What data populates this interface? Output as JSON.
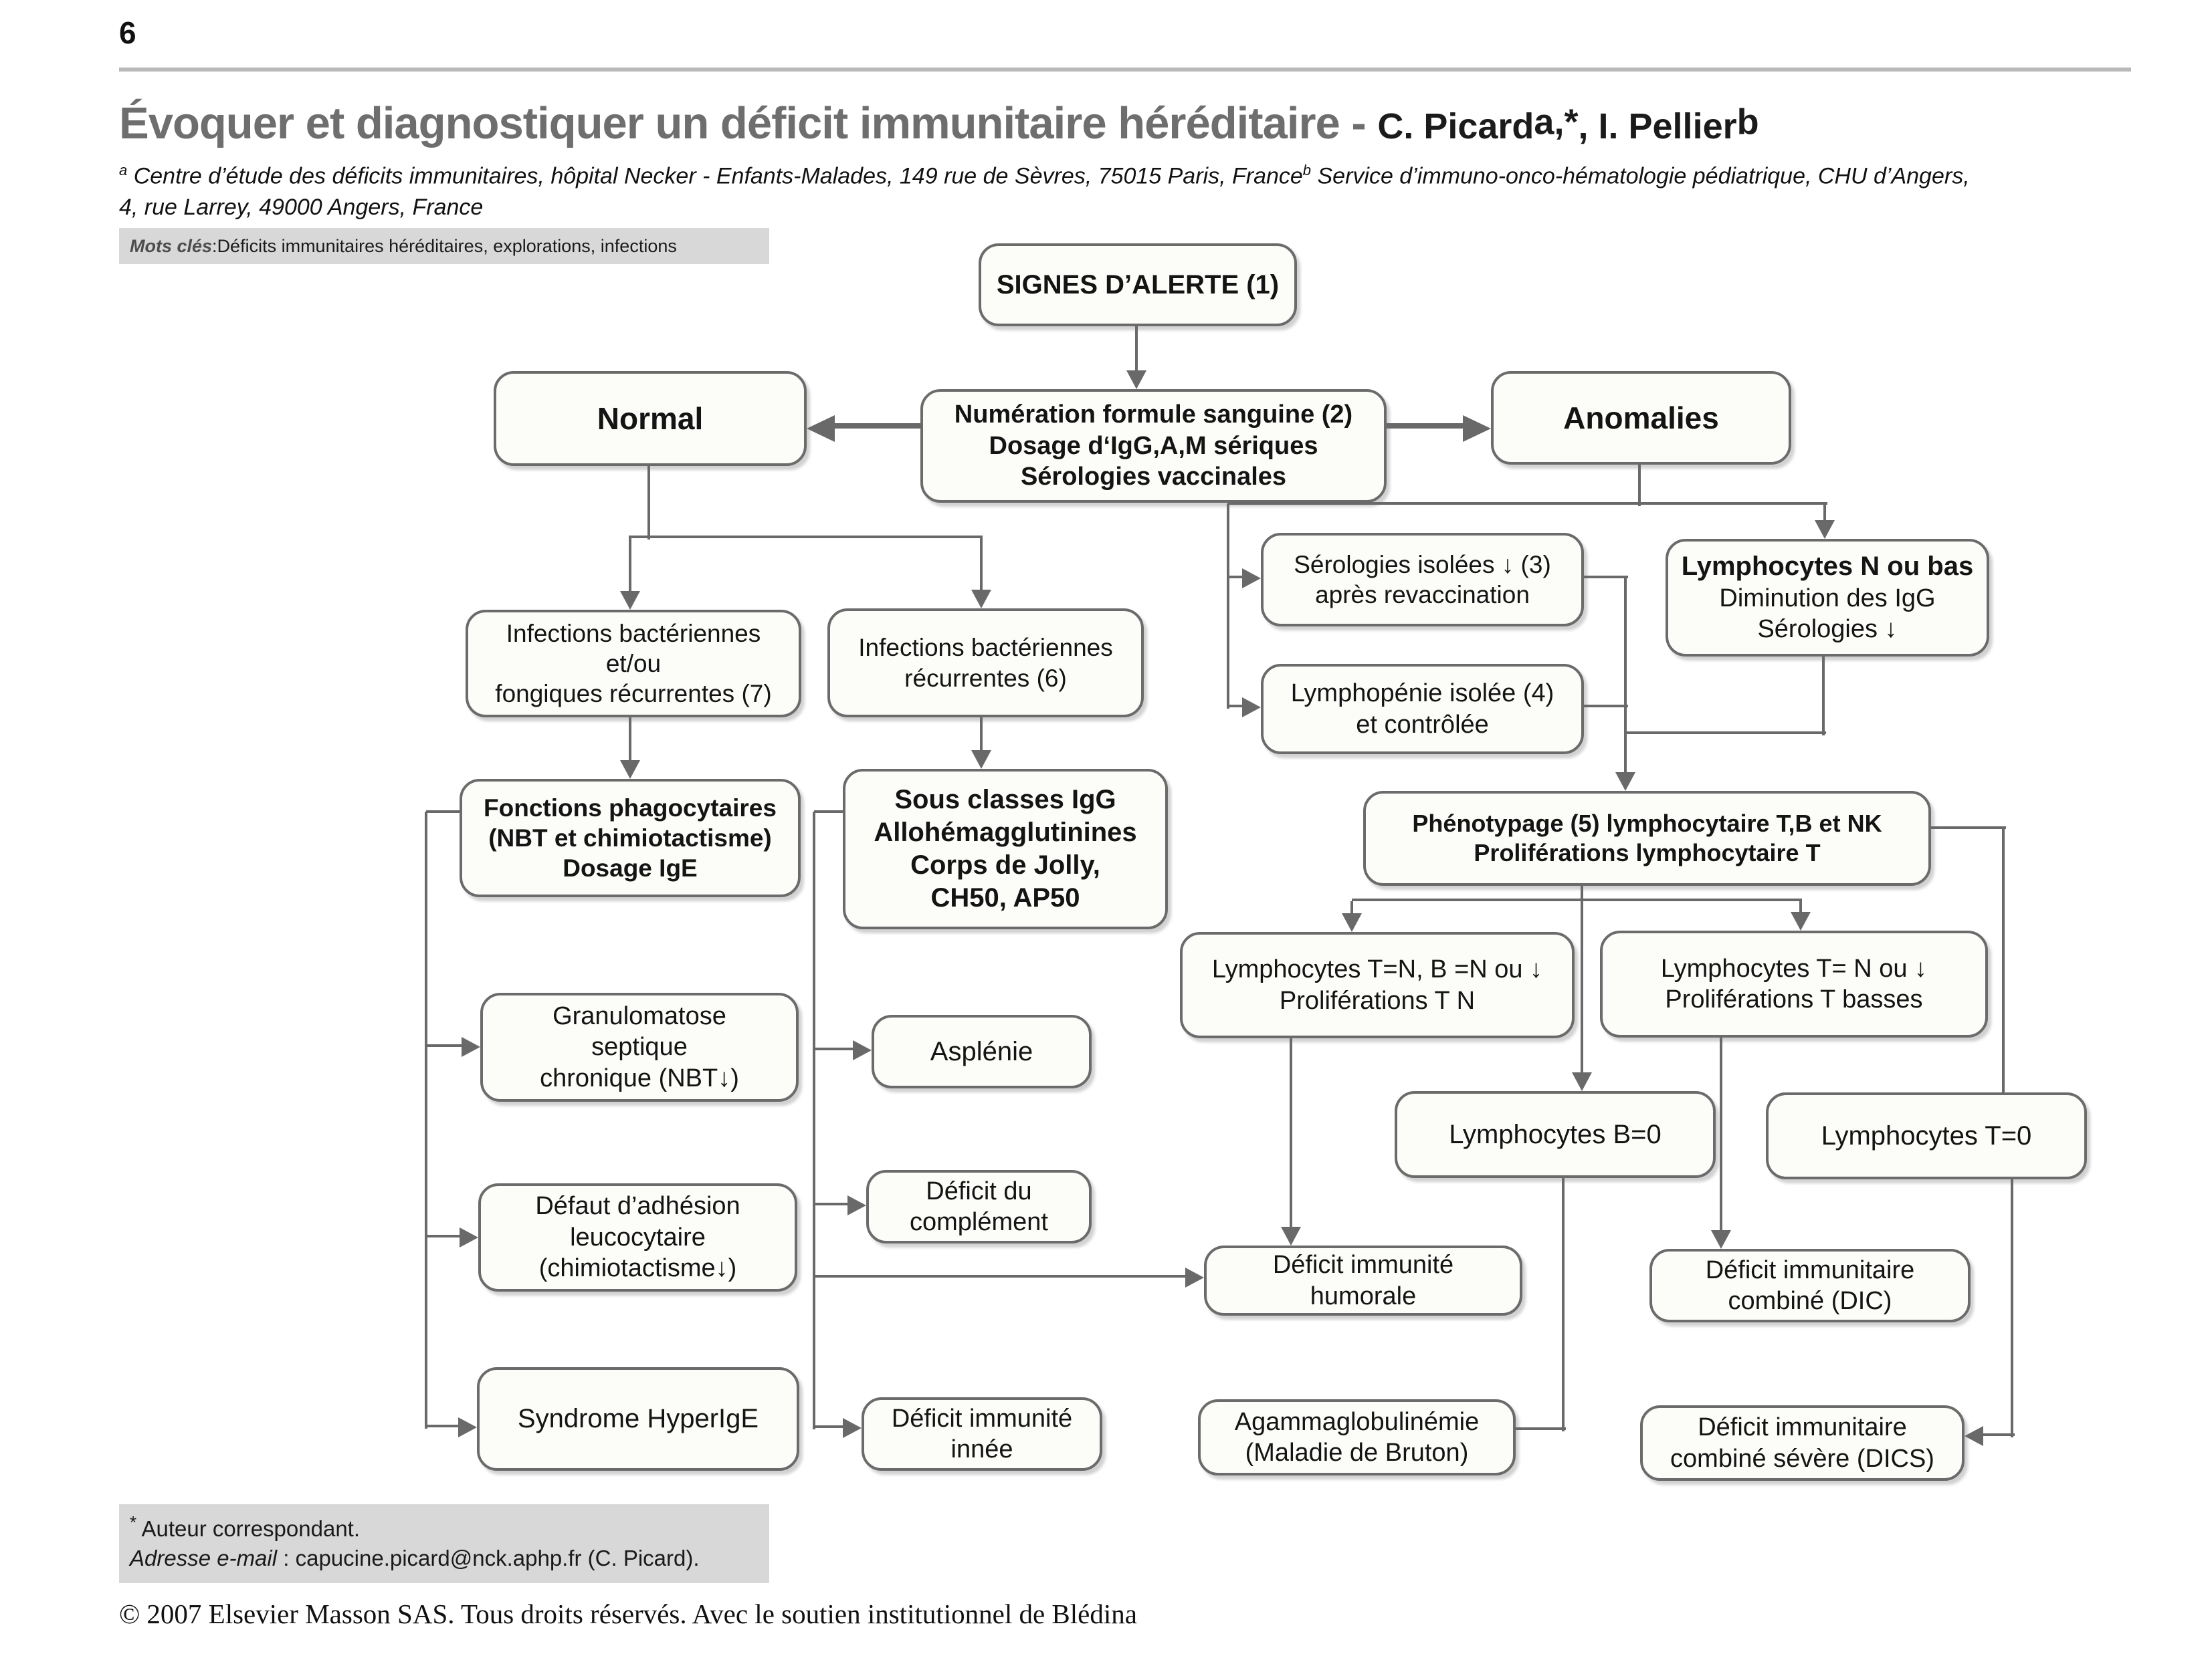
{
  "header": {
    "page_number": "6",
    "title": "Évoquer et diagnostiquer un déficit immunitaire héréditaire - ",
    "authors": {
      "a1": "C. Picard",
      "a1_sup": "a,*",
      "sep": ", ",
      "a2": "I. Pellier",
      "a2_sup": "b"
    },
    "affiliation": {
      "sup_a": "a",
      "line1a": " Centre d’étude des déficits immunitaires, hôpital Necker - Enfants-Malades, 149 rue de Sèvres, 75015 Paris, France",
      "sup_b": "b",
      "line1b": " Service d’immuno-onco-hématologie pédiatrique, CHU d’Angers,",
      "line2": "4, rue Larrey, 49000 Angers, France"
    },
    "keywords": {
      "label": "Mots clés",
      "sep": " : ",
      "text": "Déficits immunitaires héréditaires, explorations, infections"
    }
  },
  "nodes": {
    "signes": {
      "text": "SIGNES D’ALERTE (1)"
    },
    "normal": {
      "text": "Normal"
    },
    "nfs": {
      "text": "Numération formule sanguine (2)\nDosage d‘IgG,A,M sériques\nSérologies vaccinales"
    },
    "anomalies": {
      "text": "Anomalies"
    },
    "serologies": {
      "text": "Sérologies isolées ↓ (3)\naprès revaccination"
    },
    "lymph_n_bas": {
      "title": "Lymphocytes N ou bas",
      "text": "Diminution des IgG\nSérologies ↓"
    },
    "infections7": {
      "text": "Infections bactériennes\net/ou\nfongiques récurrentes (7)"
    },
    "infections6": {
      "text": "Infections bactériennes\nrécurrentes (6)"
    },
    "lymphopenie": {
      "text": "Lymphopénie isolée (4)\net contrôlée"
    },
    "phago": {
      "text": "Fonctions phagocytaires\n(NBT et chimiotactisme)\nDosage IgE"
    },
    "sousclasses": {
      "text": "Sous classes IgG\nAllohémagglutinines\nCorps de Jolly,\nCH50, AP50"
    },
    "phenotypage": {
      "text": "Phénotypage (5) lymphocytaire T,B et NK\nProliférations lymphocytaire T"
    },
    "lymph_tb": {
      "text": "Lymphocytes T=N, B =N ou ↓\nProliférations T N"
    },
    "lymph_t": {
      "text": "Lymphocytes T= N ou ↓\nProliférations T basses"
    },
    "granulomatose": {
      "text": "Granulomatose\nseptique\nchronique (NBT↓)"
    },
    "asplenie": {
      "text": "Asplénie"
    },
    "lymph_b0": {
      "text": "Lymphocytes B=0"
    },
    "lymph_t0": {
      "text": "Lymphocytes T=0"
    },
    "defaut": {
      "text": "Défaut d’adhésion\nleucocytaire\n(chimiotactisme↓)"
    },
    "complement": {
      "text": "Déficit du\ncomplément"
    },
    "humorale": {
      "text": "Déficit immunité\nhumorale"
    },
    "dic": {
      "text": "Déficit immunitaire\ncombiné (DIC)"
    },
    "hyperige": {
      "text": "Syndrome HyperIgE"
    },
    "innee": {
      "text": "Déficit immunité\ninnée"
    },
    "agamma": {
      "text": "Agammaglobulinémie\n(Maladie de Bruton)"
    },
    "dics": {
      "text": "Déficit immunitaire\ncombiné sévère (DICS)"
    }
  },
  "footer": {
    "star": "*",
    "corresponding": " Auteur correspondant.",
    "email_label": "Adresse e-mail",
    "email_sep": " : ",
    "email": "capucine.picard@nck.aphp.fr (C. Picard)."
  },
  "copyright": "© 2007 Elsevier Masson SAS. Tous droits réservés. Avec le soutien institutionnel de Blédina",
  "colors": {
    "line_gray": "#696969",
    "box_border": "#6b6b6b",
    "box_fill": "#fcfcf9",
    "title_gray": "#6e6e6e",
    "band_gray": "#d8d8d8"
  }
}
